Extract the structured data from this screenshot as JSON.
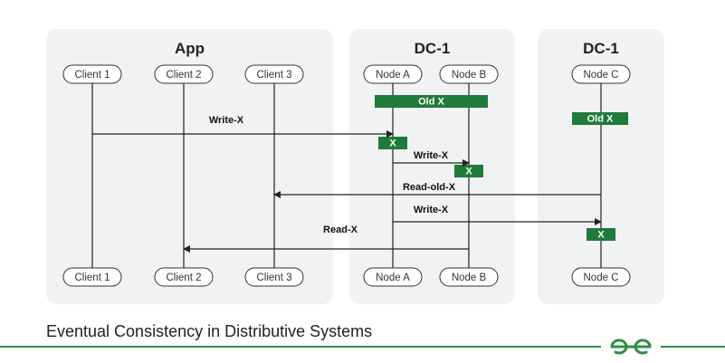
{
  "panels": [
    {
      "id": "app",
      "title": "App"
    },
    {
      "id": "dc1a",
      "title": "DC-1"
    },
    {
      "id": "dc1b",
      "title": "DC-1"
    }
  ],
  "lifelines": [
    {
      "id": "client1",
      "label": "Client 1"
    },
    {
      "id": "client2",
      "label": "Client 2"
    },
    {
      "id": "client3",
      "label": "Client 3"
    },
    {
      "id": "nodeA",
      "label": "Node A"
    },
    {
      "id": "nodeB",
      "label": "Node B"
    },
    {
      "id": "nodeC",
      "label": "Node C"
    }
  ],
  "boxes": [
    {
      "id": "old-x-ab",
      "label": "Old X"
    },
    {
      "id": "old-x-c",
      "label": "Old X"
    },
    {
      "id": "x-a",
      "label": "X"
    },
    {
      "id": "x-b",
      "label": "X"
    },
    {
      "id": "x-c",
      "label": "X"
    }
  ],
  "messages": [
    {
      "id": "m1",
      "label": "Write-X",
      "from": "Client 1",
      "to": "Node A"
    },
    {
      "id": "m2",
      "label": "Write-X",
      "from": "Node A",
      "to": "Node B"
    },
    {
      "id": "m3",
      "label": "Read-old-X",
      "from": "Node C",
      "to": "Client 3"
    },
    {
      "id": "m4",
      "label": "Write-X",
      "from": "Node A",
      "to": "Node C"
    },
    {
      "id": "m5",
      "label": "Read-X",
      "from": "Node B",
      "to": "Client 2"
    }
  ],
  "caption": "Eventual Consistency in Distributive Systems",
  "brand": {
    "logo": "geeksforgeeks-logo",
    "accent": "#2f8d46",
    "box_color": "#1e7b3a"
  }
}
